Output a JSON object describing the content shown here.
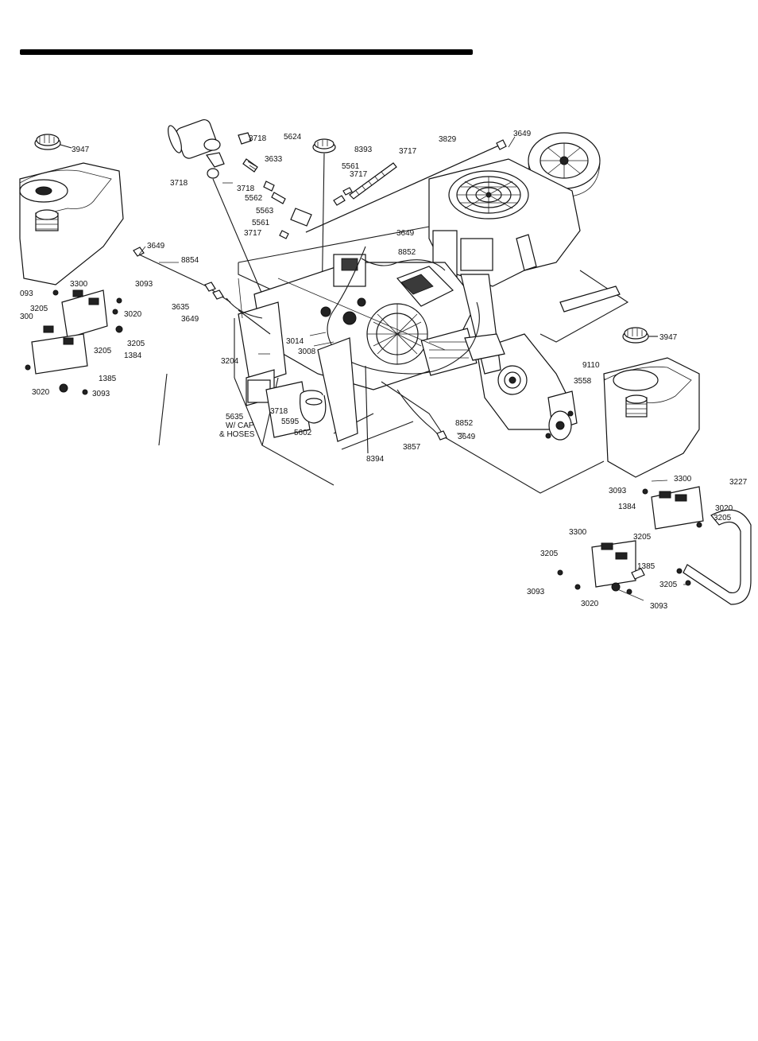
{
  "diagram": {
    "labels": [
      "3947",
      "3718",
      "3633",
      "3718",
      "5562",
      "5563",
      "5561",
      "3717",
      "3718",
      "5624",
      "8393",
      "3717",
      "5561",
      "3717",
      "3829",
      "3649",
      "3649",
      "8854",
      "8852",
      "3649",
      "3300",
      "3093",
      "093",
      "3205",
      "300",
      "3020",
      "3205",
      "1384",
      "3205",
      "1385",
      "3020",
      "3093",
      "3635",
      "3649",
      "3204",
      "3014",
      "3008",
      "5635",
      "W/ CAP",
      "& HOSES",
      "3718",
      "5595",
      "5602",
      "8394",
      "3857",
      "3649",
      "8852",
      "3947",
      "9110",
      "3558",
      "3093",
      "3300",
      "3227",
      "1384",
      "3020",
      "3205",
      "3300",
      "3205",
      "3205",
      "1385",
      "3093",
      "3020",
      "3205",
      "3093"
    ]
  }
}
